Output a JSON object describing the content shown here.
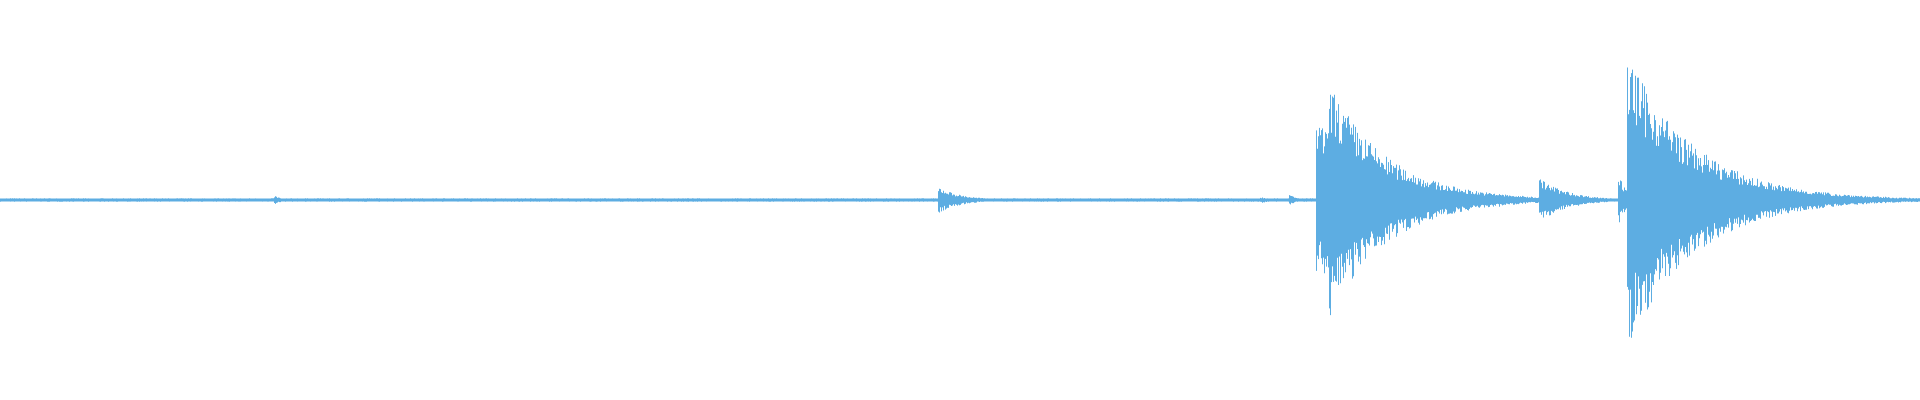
{
  "waveform": {
    "color": "#5dade2",
    "background": "#ffffff",
    "baseline_fraction": 0.5,
    "noise_floor": 0.012,
    "events": [
      {
        "t": 0.143,
        "peak": 0.03,
        "decay": 0.004
      },
      {
        "t": 0.489,
        "peak": 0.09,
        "decay": 0.012
      },
      {
        "t": 0.657,
        "peak": 0.02,
        "decay": 0.01
      },
      {
        "t": 0.672,
        "peak": 0.035,
        "decay": 0.004
      },
      {
        "t": 0.686,
        "peak": 0.52,
        "decay": 0.006,
        "hold": 0.004
      },
      {
        "t": 0.692,
        "peak": 0.82,
        "decay": 0.03
      },
      {
        "t": 0.781,
        "peak": 0.05,
        "decay": 0.004
      },
      {
        "t": 0.802,
        "peak": 0.15,
        "decay": 0.015
      },
      {
        "t": 0.843,
        "peak": 0.18,
        "decay": 0.004
      },
      {
        "t": 0.848,
        "peak": 1.0,
        "decay": 0.035
      }
    ]
  }
}
